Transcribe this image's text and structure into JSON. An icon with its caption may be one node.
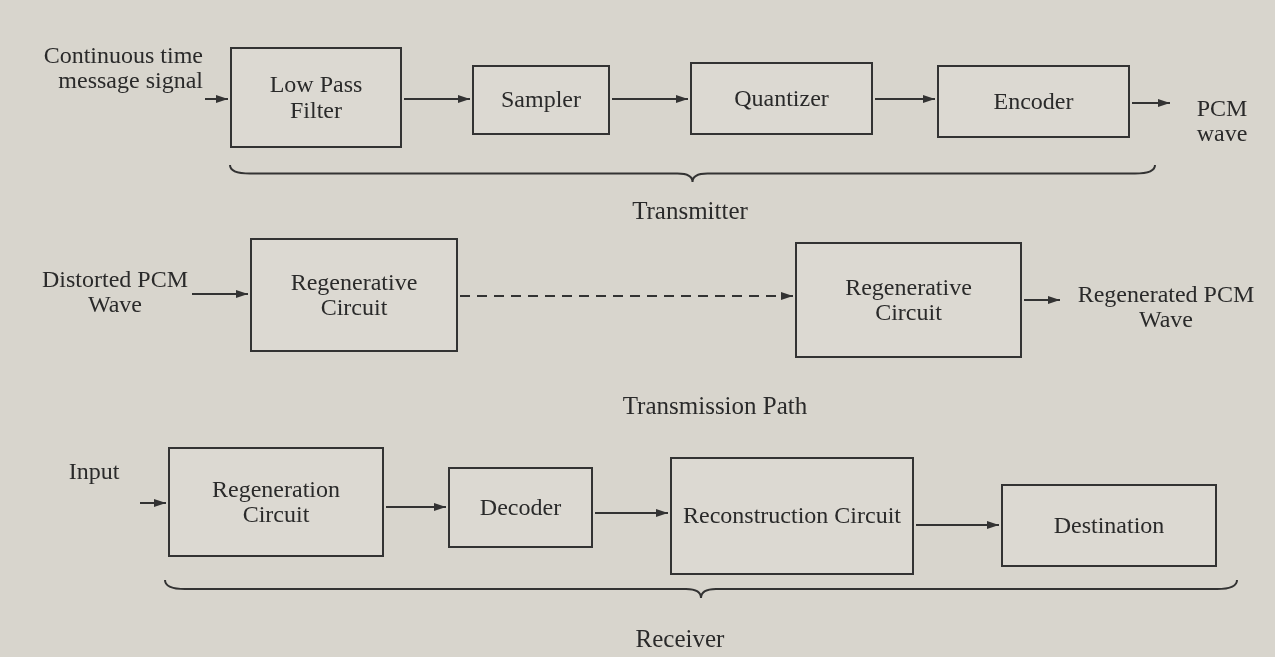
{
  "diagram": {
    "nodes": [
      {
        "text": [
          "Continuous time message signal"
        ]
      },
      {
        "text": [
          "Low Pass Filter"
        ]
      },
      {
        "text": [
          "Sampler"
        ]
      },
      {
        "text": [
          "Quantizer"
        ]
      },
      {
        "text": [
          "Encoder"
        ]
      },
      {
        "text": [
          "PCM wave"
        ]
      },
      {
        "text": [
          "Distorted PCM Wave"
        ]
      },
      {
        "text": [
          "Regenerative Circuit"
        ]
      },
      {
        "text": [
          "Regenerative Circuit"
        ]
      },
      {
        "text": [
          "Regenerated PCM Wave"
        ]
      },
      {
        "text": [
          "Input"
        ]
      },
      {
        "text": [
          "Regeneration Circuit"
        ]
      },
      {
        "text": [
          "Decoder"
        ]
      },
      {
        "text": [
          "Reconstruction Circuit"
        ]
      },
      {
        "text": [
          "Destination"
        ]
      }
    ],
    "edges": [
      {
        "from": 0,
        "to": 1,
        "arrow": "to"
      },
      {
        "from": 1,
        "to": 2,
        "arrow": "to"
      },
      {
        "from": 2,
        "to": 3,
        "arrow": "to"
      },
      {
        "from": 3,
        "to": 4,
        "arrow": "to"
      },
      {
        "from": 4,
        "to": 5,
        "arrow": "to"
      },
      {
        "from": 6,
        "to": 7,
        "arrow": "to"
      },
      {
        "from": 7,
        "to": 8,
        "arrow": "to",
        "style": "dashed"
      },
      {
        "from": 8,
        "to": 9,
        "arrow": "to"
      },
      {
        "from": 10,
        "to": 11,
        "arrow": "to"
      },
      {
        "from": 11,
        "to": 12,
        "arrow": "to"
      },
      {
        "from": 12,
        "to": 13,
        "arrow": "to"
      },
      {
        "from": 13,
        "to": 14,
        "arrow": "to"
      }
    ],
    "labels": [
      "Transmitter",
      "Transmission Path",
      "Receiver"
    ]
  }
}
